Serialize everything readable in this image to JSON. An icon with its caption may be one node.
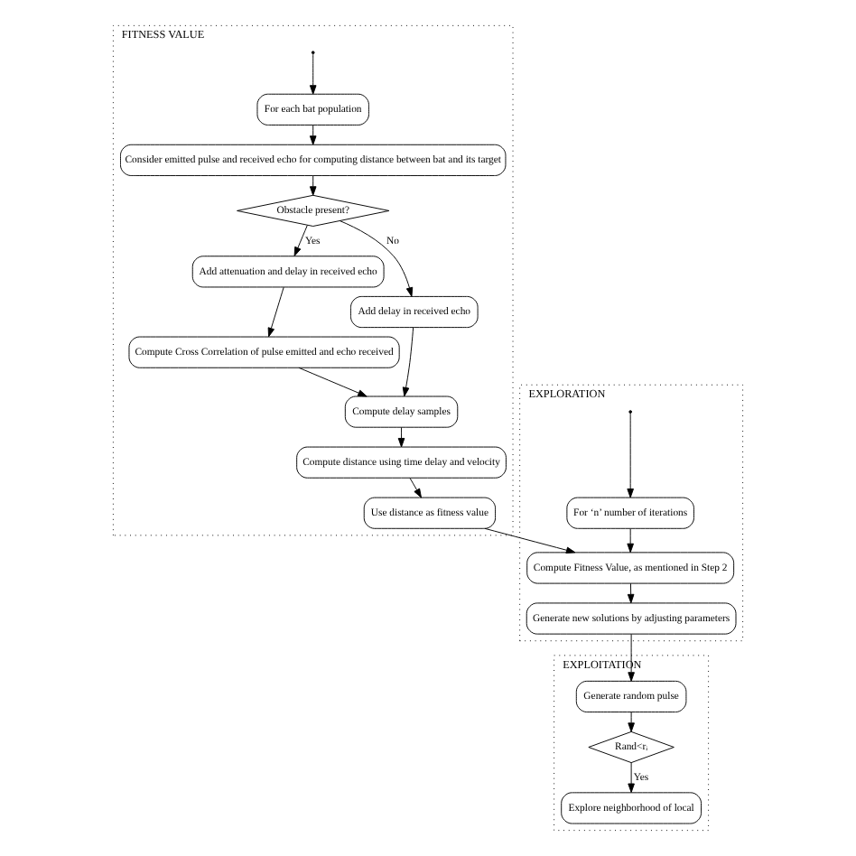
{
  "diagram": {
    "nodes": [
      {
        "text": [
          "FITNESS VALUE"
        ]
      },
      {
        "text": [
          "For each bat population"
        ],
        "in": 0
      },
      {
        "text": [
          "Consider emitted pulse and received echo for computing distance between bat and its target"
        ],
        "in": 0
      },
      {
        "text": [
          "Add attenuation and delay in received echo"
        ],
        "in": 0
      },
      {
        "text": [
          "Obstacle present?"
        ],
        "in": 0
      },
      {
        "text": [
          "Compute Cross Correlation of pulse emitted and echo received"
        ],
        "in": 0
      },
      {
        "text": [
          "Add delay in received echo"
        ],
        "in": 0
      },
      {
        "text": [
          "Compute delay samples"
        ],
        "in": 0
      },
      {
        "text": [
          "Compute distance using time delay and velocity"
        ],
        "in": 0
      },
      {
        "text": [
          "Use distance as fitness value"
        ],
        "in": 0
      },
      {
        "text": [
          "EXPLORATION"
        ]
      },
      {
        "text": [
          "For ‘n’ number of iterations"
        ],
        "in": 10
      },
      {
        "text": [
          "Generate new solutions by adjusting parameters"
        ],
        "in": 10
      },
      {
        "text": [
          "Compute Fitness Value, as mentioned in Step 2"
        ],
        "in": 10
      },
      {
        "text": [
          "EXPLOITATION"
        ]
      },
      {
        "text": [
          "Generate random pulse"
        ],
        "in": 14
      },
      {
        "text": [
          "Rand<rᵢ"
        ],
        "in": 14
      },
      {
        "text": [
          "Explore neighborhood of local"
        ],
        "in": 14
      }
    ],
    "edges": [
      {
        "from": null,
        "to": 1,
        "arrow": "to"
      },
      {
        "from": 1,
        "to": 2,
        "arrow": "to"
      },
      {
        "from": 2,
        "to": 4,
        "arrow": "to"
      },
      {
        "from": 4,
        "to": 3,
        "arrow": "to",
        "label": "Yes"
      },
      {
        "from": 3,
        "to": 5,
        "arrow": "to"
      },
      {
        "from": 4,
        "to": 6,
        "arrow": "to",
        "label": "No"
      },
      {
        "from": 5,
        "to": 7,
        "arrow": "to"
      },
      {
        "from": 6,
        "to": 7,
        "arrow": "to"
      },
      {
        "from": 7,
        "to": 8,
        "arrow": "to"
      },
      {
        "from": 8,
        "to": 9,
        "arrow": "to"
      },
      {
        "from": 9,
        "to": 13,
        "arrow": "to"
      },
      {
        "from": null,
        "to": 11,
        "arrow": "to"
      },
      {
        "from": 11,
        "to": 13,
        "arrow": "to"
      },
      {
        "from": 13,
        "to": 12,
        "arrow": "to"
      },
      {
        "from": 12,
        "to": 15,
        "arrow": "to"
      },
      {
        "from": 15,
        "to": 16,
        "arrow": "to"
      },
      {
        "from": 16,
        "to": 17,
        "arrow": "to",
        "label": "Yes"
      }
    ]
  }
}
